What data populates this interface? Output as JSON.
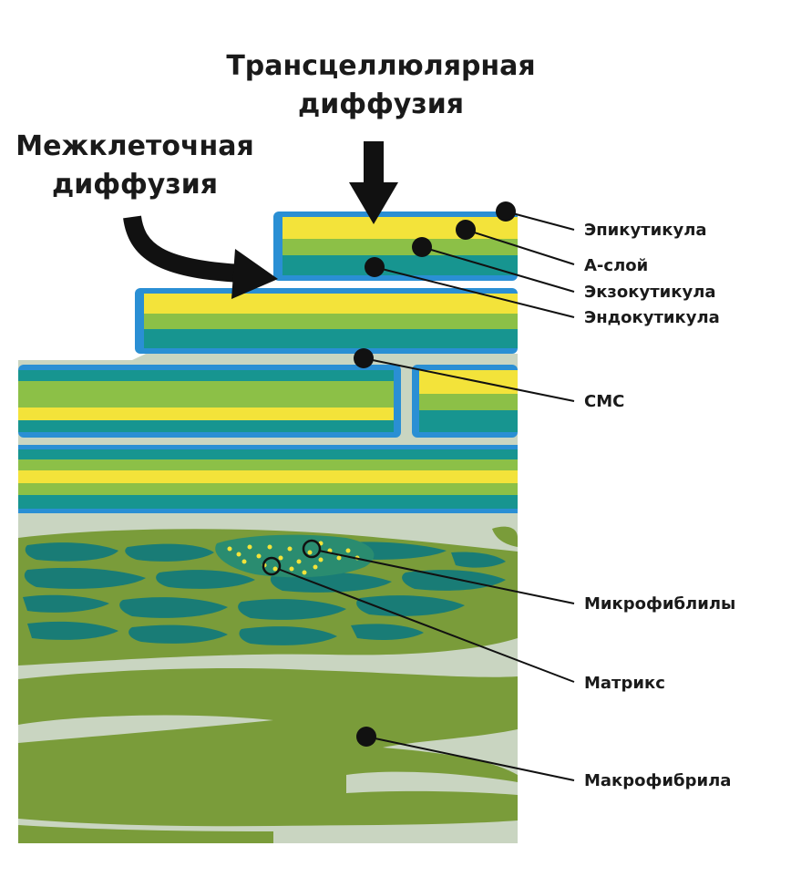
{
  "headings": {
    "transcellular": [
      "Трансцеллюлярная",
      "диффузия"
    ],
    "intercellular": [
      "Межклеточная",
      "диффузия"
    ]
  },
  "labels": {
    "epicuticle": "Эпикутикула",
    "a_layer": "А-слой",
    "exocuticle": "Экзокутикула",
    "endocuticle": "Эндокутикула",
    "cmc": "СМС",
    "microfibrils": "Микрофиблилы",
    "matrix": "Матрикс",
    "macrofibril": "Макрофибрила"
  },
  "colors": {
    "cuticle_border": "#2a8fd4",
    "epicuticle_yellow": "#f3e33a",
    "a_layer_green": "#8cc047",
    "exocuticle_teal": "#179590",
    "cortex_background": "#c9d5c1",
    "macrofibril_green": "#7a9c3a",
    "microfibril_teal": "#197c76"
  }
}
